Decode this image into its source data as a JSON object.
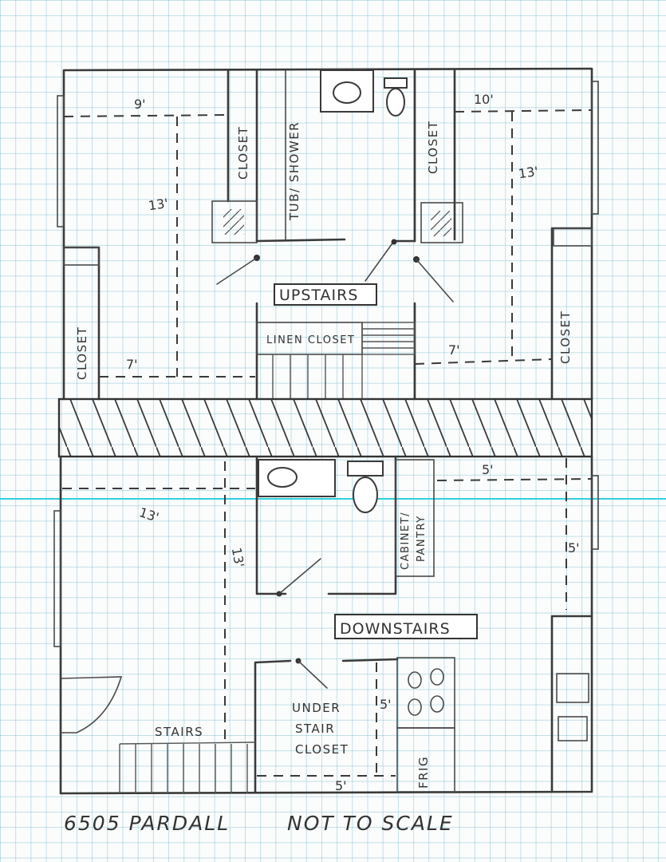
{
  "labels": {
    "upstairs": "UPSTAIRS",
    "downstairs": "DOWNSTAIRS",
    "closet": "CLOSET",
    "tub_shower": "TUB/ SHOWER",
    "linen_closet": "LINEN CLOSET",
    "cabinet_pantry_line1": "CABINET/",
    "cabinet_pantry_line2": "PANTRY",
    "under_stair_line1": "UNDER",
    "under_stair_line2": "STAIR",
    "under_stair_line3": "CLOSET",
    "stairs": "STAIRS",
    "frig": "FRIG"
  },
  "dimensions": {
    "nine_ft": "9'",
    "ten_ft": "10'",
    "thirteen_ft": "13'",
    "seven_ft": "7'",
    "five_ft": "5'"
  },
  "footer": {
    "address": "6505 PARDALL",
    "note": "NOT TO SCALE"
  },
  "colors": {
    "grid_line": "#6eb9cd",
    "highlight_line": "#33d0dc",
    "pencil": "#3a3a3a"
  }
}
